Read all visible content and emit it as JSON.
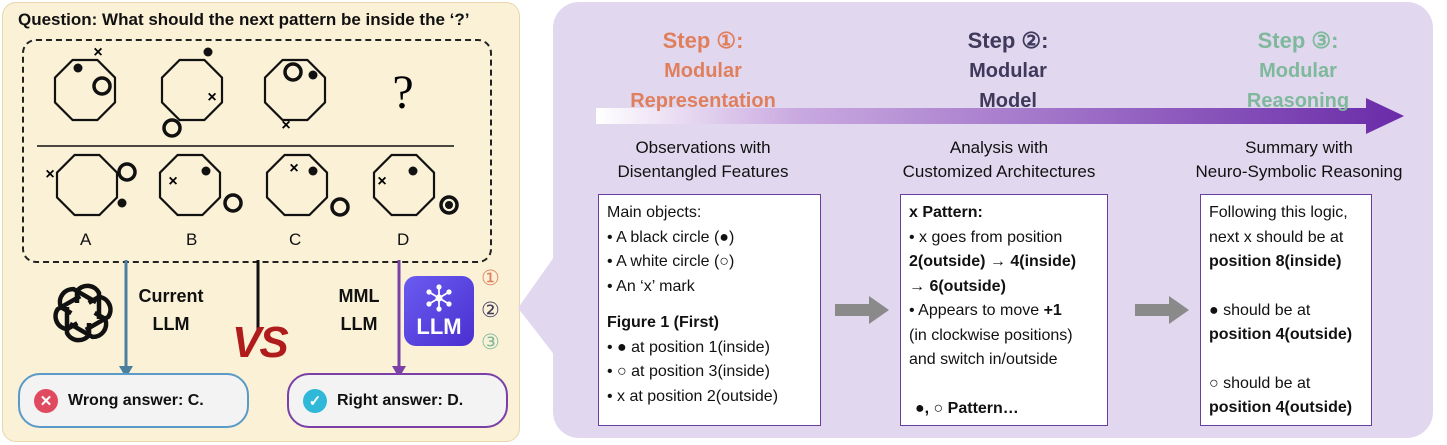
{
  "question": "Question: What should the next pattern be inside the ‘?’",
  "puzzle": {
    "question_mark": "?",
    "options": [
      "A",
      "B",
      "C",
      "D"
    ]
  },
  "current_llm": {
    "label_line1": "Current",
    "label_line2": "LLM",
    "answer": "Wrong answer: C.",
    "badge_icon": "cross-icon",
    "color": "#5a9ac8"
  },
  "vs": "VS",
  "mml_llm": {
    "label_line1": "MML",
    "label_line2": "LLM",
    "icon_text": "LLM",
    "answer": "Right answer: D.",
    "badge_icon": "check-icon",
    "color": "#7b3fa8",
    "step_numbers": [
      "①",
      "②",
      "③"
    ]
  },
  "steps": [
    {
      "title": "Step ①:",
      "line1": "Modular",
      "line2": "Representation",
      "color": "#e07f5e"
    },
    {
      "title": "Step ②:",
      "line1": "Modular",
      "line2": "Model",
      "color": "#3f3a5c"
    },
    {
      "title": "Step ③:",
      "line1": "Modular",
      "line2": "Reasoning",
      "color": "#7fb89a"
    }
  ],
  "columns": [
    {
      "head1": "Observations with",
      "head2": "Disentangled Features"
    },
    {
      "head1": "Analysis with",
      "head2": "Customized Architectures"
    },
    {
      "head1": "Summary with",
      "head2": "Neuro-Symbolic Reasoning"
    }
  ],
  "box1": [
    "Main objects:",
    "• A black circle (●)",
    "• A white circle (○)",
    "• An ‘x’ mark",
    "Figure 1 (First)",
    "• ● at position 1(inside)",
    "• ○ at position 3(inside)",
    "• x at position 2(outside)"
  ],
  "box2": [
    "x Pattern:",
    "• x goes from position",
    "2(outside) → 4(inside)",
    "→ 6(outside)",
    "• Appears to move ",
    "+1",
    "(in clockwise positions)",
    "and switch in/outside",
    "●, ○  Pattern…"
  ],
  "box3": [
    "Following this logic,",
    "next x should be at",
    "position 8(inside)",
    "● should be at",
    "position 4(outside)",
    "○ should be at",
    "position 4(outside)"
  ]
}
